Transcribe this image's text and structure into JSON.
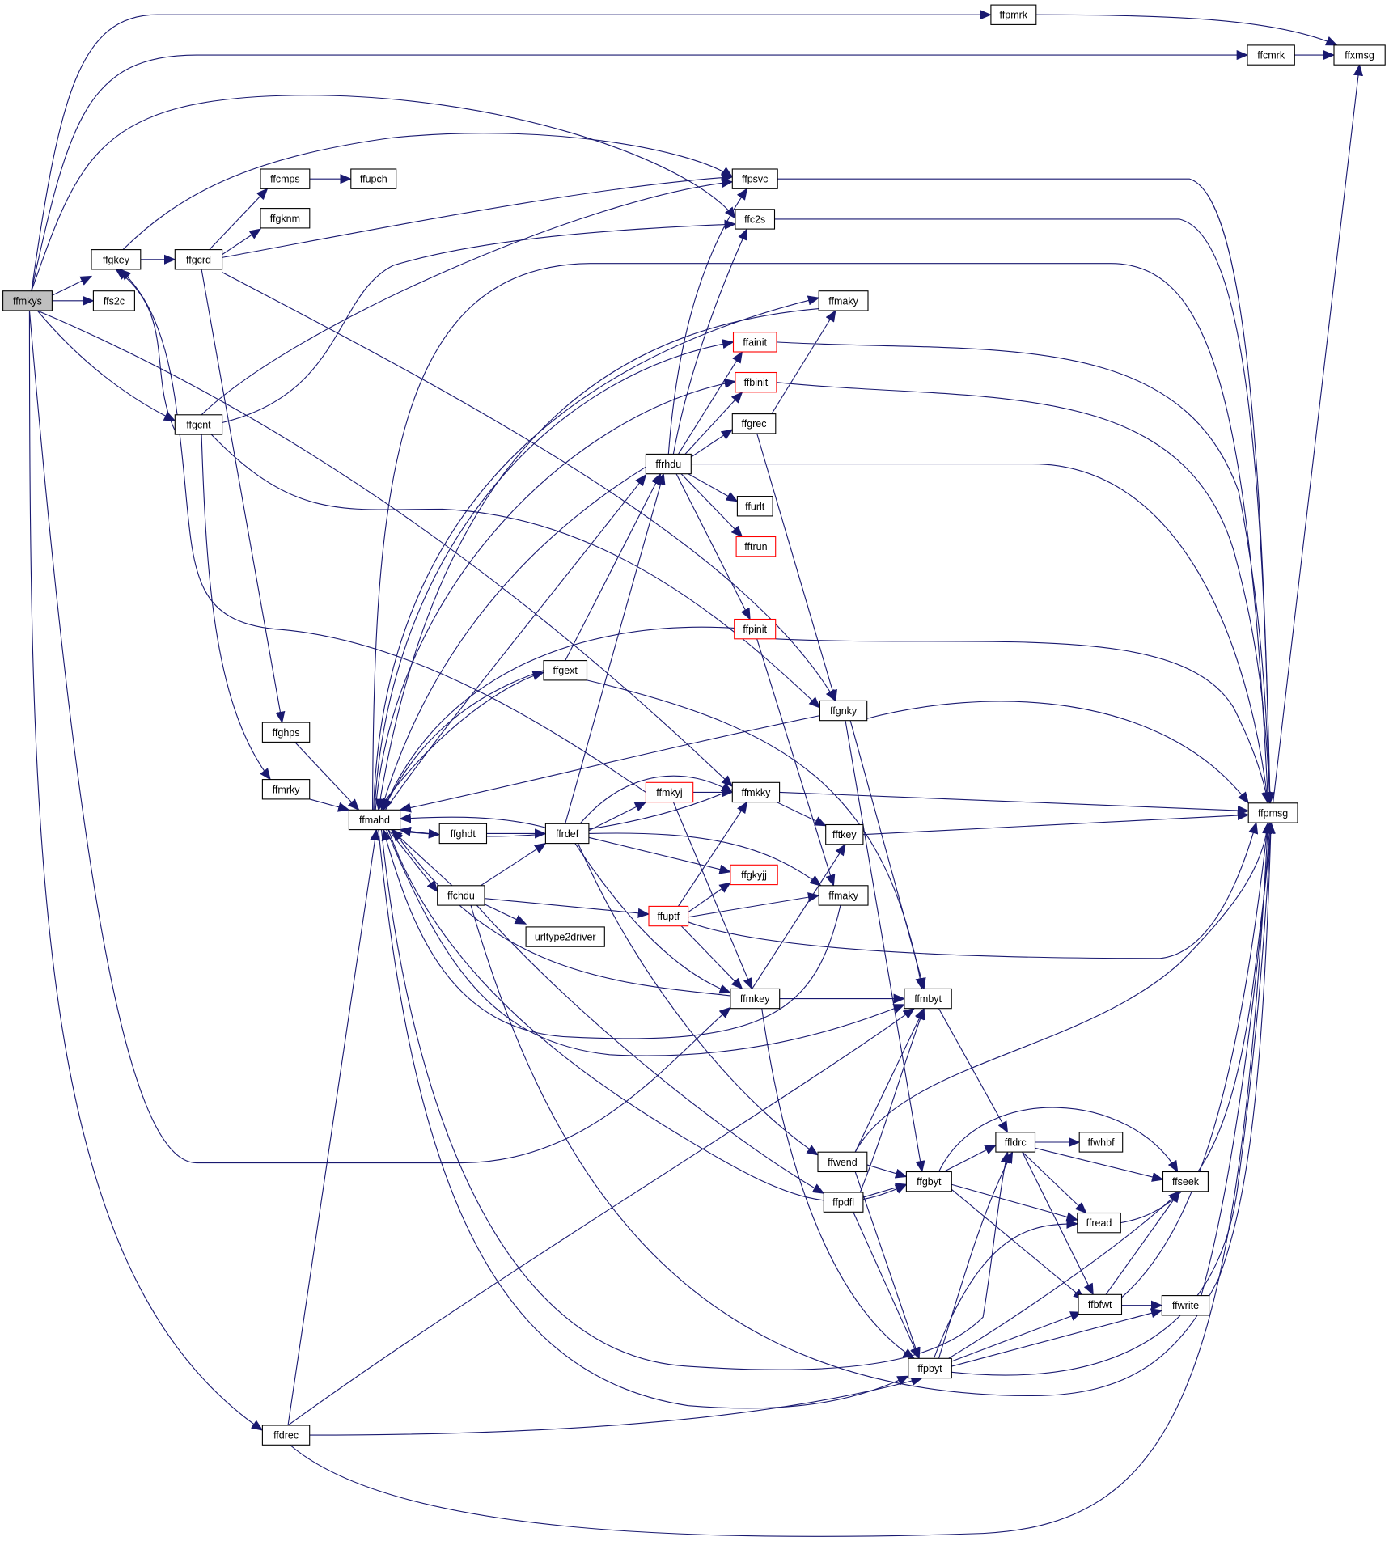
{
  "diagram": {
    "type": "call-graph",
    "colors": {
      "edge": "#191970",
      "node_border": "#000000",
      "node_border_red": "#ff0000",
      "root_fill": "#bfbfbf",
      "node_fill": "#ffffff"
    },
    "nodes": [
      {
        "id": "ffmkys",
        "label": "ffmkys",
        "style": "root"
      },
      {
        "id": "ffgkey",
        "label": "ffgkey"
      },
      {
        "id": "ffs2c",
        "label": "ffs2c"
      },
      {
        "id": "ffgcnt",
        "label": "ffgcnt"
      },
      {
        "id": "ffgcrd",
        "label": "ffgcrd"
      },
      {
        "id": "ffcmps",
        "label": "ffcmps"
      },
      {
        "id": "ffupch",
        "label": "ffupch"
      },
      {
        "id": "ffgknm",
        "label": "ffgknm"
      },
      {
        "id": "ffghps",
        "label": "ffghps"
      },
      {
        "id": "ffmrky",
        "label": "ffmrky"
      },
      {
        "id": "ffdrec",
        "label": "ffdrec"
      },
      {
        "id": "ffmahd",
        "label": "ffmahd"
      },
      {
        "id": "ffghdt",
        "label": "ffghdt"
      },
      {
        "id": "ffchdu",
        "label": "ffchdu"
      },
      {
        "id": "urltype2driver",
        "label": "urltype2driver"
      },
      {
        "id": "ffgext",
        "label": "ffgext"
      },
      {
        "id": "ffrdef",
        "label": "ffrdef"
      },
      {
        "id": "ffrhdu",
        "label": "ffrhdu"
      },
      {
        "id": "ffmkyj",
        "label": "ffmkyj",
        "style": "red"
      },
      {
        "id": "ffuptf",
        "label": "ffuptf",
        "style": "red"
      },
      {
        "id": "ffpmrk",
        "label": "ffpmrk"
      },
      {
        "id": "ffpsvc",
        "label": "ffpsvc"
      },
      {
        "id": "ffc2s",
        "label": "ffc2s"
      },
      {
        "id": "ffainit",
        "label": "ffainit",
        "style": "red"
      },
      {
        "id": "ffbinit",
        "label": "ffbinit",
        "style": "red"
      },
      {
        "id": "ffgrec",
        "label": "ffgrec"
      },
      {
        "id": "ffurlt",
        "label": "ffurlt"
      },
      {
        "id": "fftrun",
        "label": "fftrun",
        "style": "red"
      },
      {
        "id": "ffpinit",
        "label": "ffpinit",
        "style": "red"
      },
      {
        "id": "ffmkky",
        "label": "ffmkky"
      },
      {
        "id": "ffgkyjj",
        "label": "ffgkyjj",
        "style": "red"
      },
      {
        "id": "ffmkey",
        "label": "ffmkey"
      },
      {
        "id": "ffmaky_top",
        "label": "ffmaky"
      },
      {
        "id": "ffgnky",
        "label": "ffgnky"
      },
      {
        "id": "fftkey",
        "label": "fftkey"
      },
      {
        "id": "ffmaky_bot",
        "label": "ffmaky"
      },
      {
        "id": "ffwend",
        "label": "ffwend"
      },
      {
        "id": "ffpdfl",
        "label": "ffpdfl"
      },
      {
        "id": "ffmbyt",
        "label": "ffmbyt"
      },
      {
        "id": "ffgbyt",
        "label": "ffgbyt"
      },
      {
        "id": "ffpbyt",
        "label": "ffpbyt"
      },
      {
        "id": "ffldrc",
        "label": "ffldrc"
      },
      {
        "id": "ffwhbf",
        "label": "ffwhbf"
      },
      {
        "id": "ffseek",
        "label": "ffseek"
      },
      {
        "id": "ffread",
        "label": "ffread"
      },
      {
        "id": "ffbfwt",
        "label": "ffbfwt"
      },
      {
        "id": "ffwrite",
        "label": "ffwrite"
      },
      {
        "id": "ffcmrk",
        "label": "ffcmrk"
      },
      {
        "id": "ffxmsg",
        "label": "ffxmsg"
      },
      {
        "id": "ffpmsg",
        "label": "ffpmsg"
      }
    ]
  }
}
